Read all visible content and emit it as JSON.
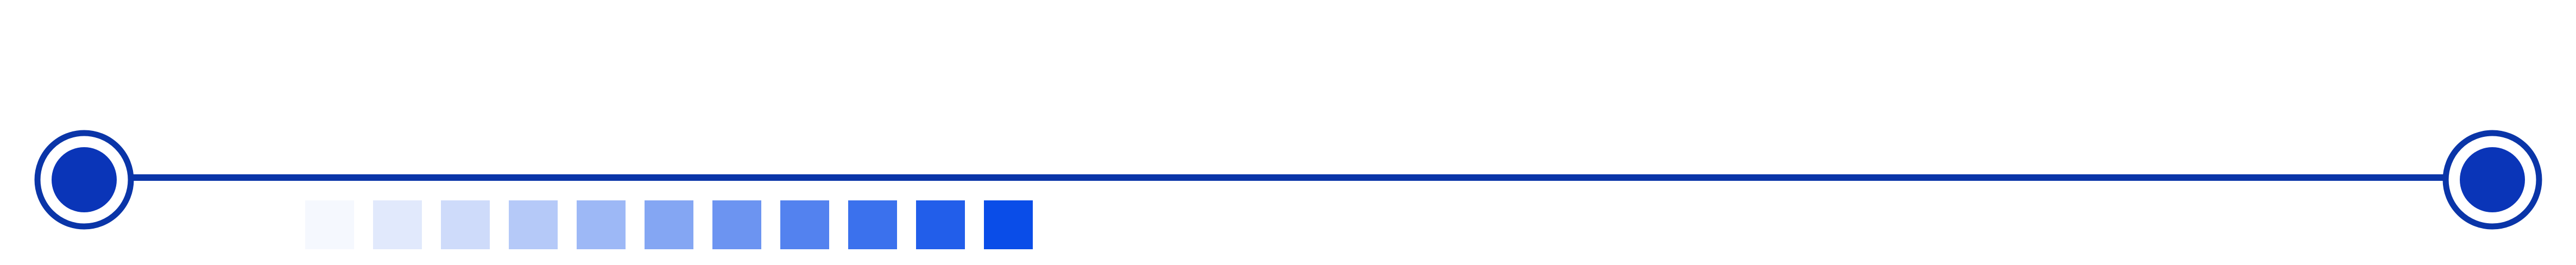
{
  "colors": {
    "background": "#ffffff",
    "line": "#0a35a8",
    "node_ring": "#0a35a8",
    "node_fill": "#0a35b8",
    "swatch_base": "#0a4de8"
  },
  "timeline": {
    "nodes": [
      {
        "id": "start",
        "icon": "target-node-icon"
      },
      {
        "id": "end",
        "icon": "target-node-icon"
      }
    ]
  },
  "gradient_scale": {
    "steps": [
      0.04,
      0.12,
      0.2,
      0.3,
      0.4,
      0.5,
      0.6,
      0.7,
      0.8,
      0.9,
      1.0
    ]
  }
}
